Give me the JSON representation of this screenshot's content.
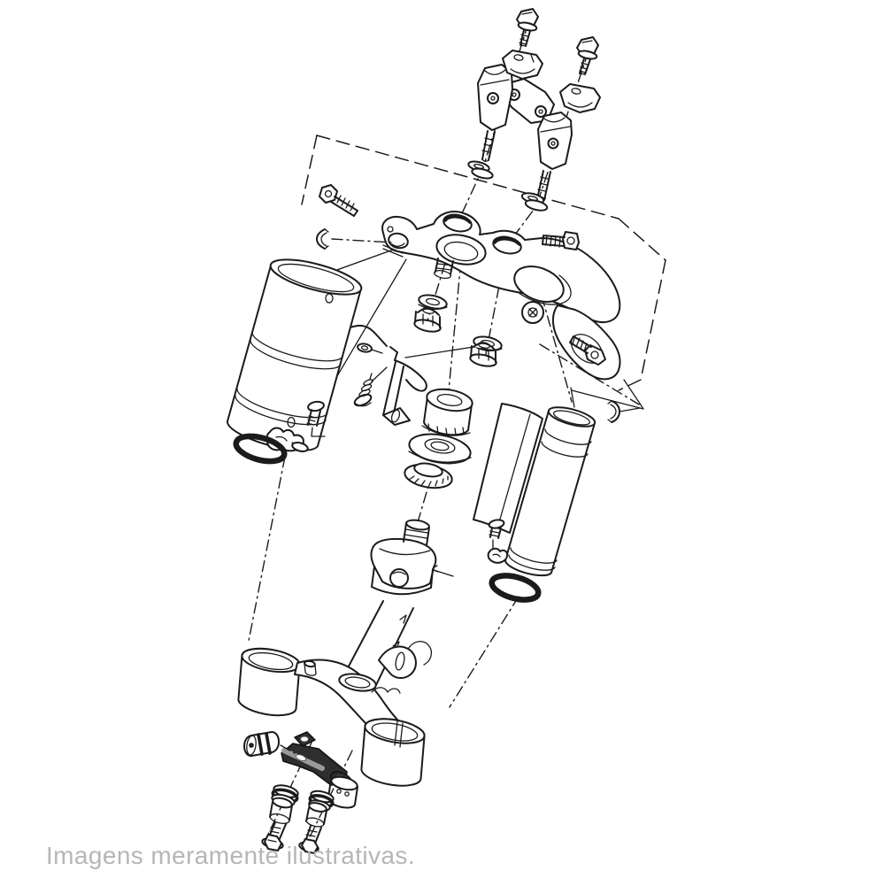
{
  "page": {
    "background_color": "#ffffff"
  },
  "diagram": {
    "kind": "exploded-parts-diagram",
    "subject": "motorcycle steering stem and triple clamp (fork yoke) assembly",
    "line_color": "#1b1b1b",
    "parts": [
      "riser-flange-bolt-left",
      "riser-flange-bolt-right",
      "handlebar-riser-upper-clamp-left",
      "handlebar-riser-upper-clamp-right",
      "handlebar-riser-lower-holder-left",
      "handlebar-riser-lower-holder-right",
      "handlebar-holder-bridge-plate",
      "riser-stud-washers-left",
      "riser-stud-washers-right",
      "top-triple-clamp",
      "pinch-socket-bolt-left",
      "pinch-socket-bolt-upper-right",
      "pinch-socket-bolt-lower-right",
      "fork-top-bushing-left",
      "fork-top-bushing-right",
      "stud-washer-center",
      "cap-nut-center",
      "stud-washer-right",
      "cap-nut-right",
      "steering-stem-locknut",
      "dust-seal-washer",
      "tapered-roller-bearing",
      "cable-guide-bracket",
      "guide-screw-with-spring",
      "left-fork-tube-cover",
      "left-trim-screw",
      "left-retaining-clip",
      "left-o-ring",
      "fork-protector-plate",
      "right-fork-tube-cover",
      "right-trim-screw",
      "right-retaining-clip",
      "right-o-ring",
      "steering-stem",
      "bottom-triple-clamp",
      "steering-stopper-bracket",
      "rubber-damper",
      "spacer-collar",
      "flanged-collar-left",
      "flanged-collar-right",
      "bottom-flange-bolt-left",
      "bottom-flange-bolt-right",
      "assembly-boundary-outline"
    ]
  },
  "footer": {
    "caption": "Imagens meramente ilustrativas.",
    "text_color": "#b6b6b6"
  }
}
